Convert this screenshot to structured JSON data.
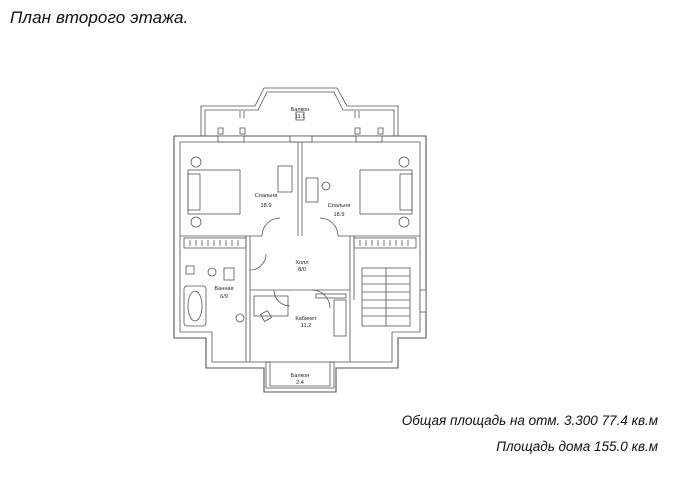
{
  "header": {
    "title": "План второго этажа."
  },
  "rooms": [
    {
      "name": "Балкон",
      "area": "11.1"
    },
    {
      "name": "Спальня",
      "area": "18.9"
    },
    {
      "name": "Спальня",
      "area": "18.9"
    },
    {
      "name": "Холл",
      "area": "8/0"
    },
    {
      "name": "Ванная",
      "area": "6/9"
    },
    {
      "name": "Кабинет",
      "area": "11,2"
    },
    {
      "name": "Балкон",
      "area": "2.4"
    }
  ],
  "totals": {
    "floor_area": "Общая площадь на отм. 3.300  77.4 кв.м",
    "house_area": "Площадь дома  155.0 кв.м"
  }
}
